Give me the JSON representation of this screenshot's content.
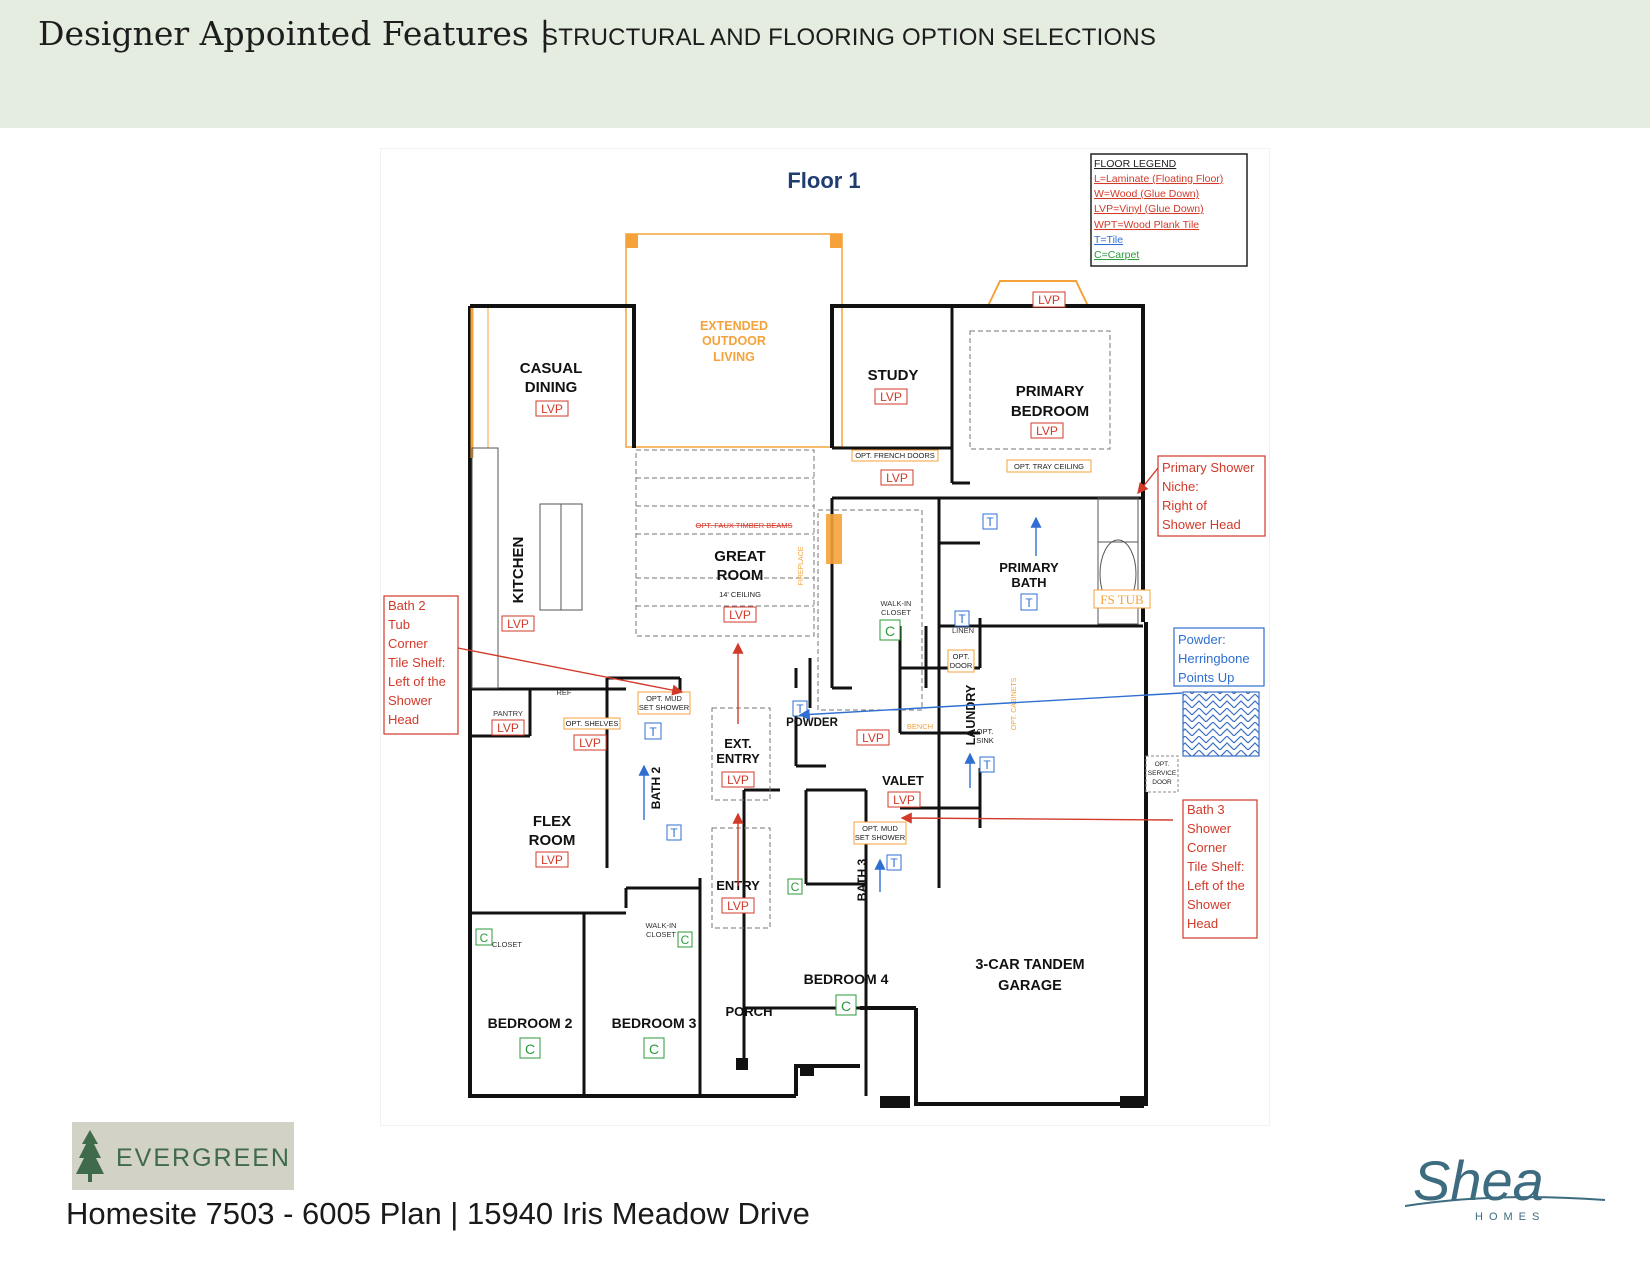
{
  "header": {
    "title": "Designer Appointed Features |",
    "subtitle": "STRUCTURAL AND FLOORING OPTION SELECTIONS"
  },
  "plan": {
    "floor_title": "Floor 1",
    "legend": {
      "title": "FLOOR LEGEND",
      "items": [
        {
          "text": "L=Laminate (Floating Floor)",
          "color": "#d23a2a"
        },
        {
          "text": "W=Wood (Glue Down)",
          "color": "#d23a2a"
        },
        {
          "text": "LVP=Vinyl (Glue Down)",
          "color": "#d23a2a"
        },
        {
          "text": "WPT=Wood Plank Tile",
          "color": "#d23a2a"
        },
        {
          "text": "T=Tile",
          "color": "#2f6fd1"
        },
        {
          "text": "C=Carpet",
          "color": "#2b9a3a"
        }
      ]
    },
    "rooms": {
      "casual_dining": [
        "CASUAL",
        "DINING"
      ],
      "extended_outdoor": [
        "EXTENDED",
        "OUTDOOR",
        "LIVING"
      ],
      "study": "STUDY",
      "primary_bedroom": [
        "PRIMARY",
        "BEDROOM"
      ],
      "kitchen": "KITCHEN",
      "great_room": [
        "GREAT",
        "ROOM"
      ],
      "walk_in_closet": [
        "WALK-IN",
        "CLOSET"
      ],
      "primary_bath": [
        "PRIMARY",
        "BATH"
      ],
      "powder": "POWDER",
      "ext_entry": [
        "EXT.",
        "ENTRY"
      ],
      "laundry": "LAUNDRY",
      "valet": "VALET",
      "flex_room": [
        "FLEX",
        "ROOM"
      ],
      "bath2": "BATH 2",
      "bath3": "BATH 3",
      "entry": "ENTRY",
      "bedroom2": "BEDROOM 2",
      "bedroom3": "BEDROOM 3",
      "porch": "PORCH",
      "bedroom4": "BEDROOM 4",
      "garage": [
        "3-CAR TANDEM",
        "GARAGE"
      ],
      "pantry": "PANTRY",
      "closet": "CLOSET",
      "walk_in_closet2": [
        "WALK-IN",
        "CLOSET"
      ],
      "linen": "LINEN",
      "ref": "REF"
    },
    "small_labels": {
      "opt_french_doors": "OPT. FRENCH DOORS",
      "opt_tray_ceiling": "OPT. TRAY CEILING",
      "opt_faux_timber": "OPT. FAUX TIMBER BEAMS",
      "ceiling_14": "14' CEILING",
      "fireplace": "FIREPLACE",
      "fs_tub": "FS TUB",
      "opt_shelves": "OPT. SHELVES",
      "opt_mud_set_shower": [
        "OPT. MUD",
        "SET SHOWER"
      ],
      "bench": "BENCH",
      "opt_door": [
        "OPT.",
        "DOOR"
      ],
      "opt_sink": [
        "OPT.",
        "SINK"
      ],
      "opt_cabinets": "OPT. CABINETS",
      "opt_service_door": [
        "OPT.",
        "SERVICE",
        "DOOR"
      ]
    },
    "floor_codes": {
      "lvp": "LVP",
      "tile": "T",
      "carpet": "C"
    },
    "callouts": {
      "primary_shower": [
        "Primary Shower",
        "Niche:",
        "Right of",
        "Shower Head"
      ],
      "bath2_tub": [
        "Bath 2",
        "Tub",
        "Corner",
        "Tile Shelf:",
        "Left of the",
        "Shower",
        "Head"
      ],
      "powder": [
        "Powder:",
        "Herringbone",
        "Points Up"
      ],
      "bath3_shower": [
        "Bath 3",
        "Shower",
        "Corner",
        "Tile Shelf:",
        "Left of the",
        "Shower",
        "Head"
      ]
    },
    "colors": {
      "wall": "#111111",
      "lvp": "#d23a2a",
      "tile": "#2f6fd1",
      "carpet": "#2b9a3a",
      "option": "#f5a23a",
      "title": "#1f3d6e"
    }
  },
  "footer": {
    "brand": "EVERGREEN",
    "address": "Homesite 7503 - 6005 Plan | 15940 Iris Meadow Drive",
    "shea_script": "Shea",
    "shea_sub": "HOMES"
  }
}
